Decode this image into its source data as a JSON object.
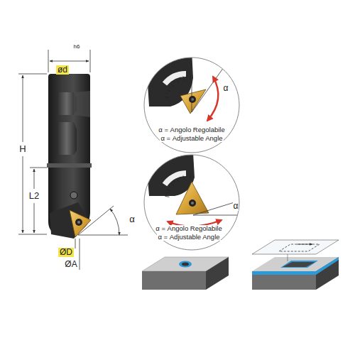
{
  "diagram": {
    "labels": [
      "ød",
      "h6",
      "H",
      "L2",
      "ØD",
      "ØA",
      "α",
      "α",
      "α = Angolo Regolabile",
      "α = Adjustable Angle",
      "α",
      "α = Angolo Regolabile",
      "α = Adjustable Angle"
    ]
  }
}
